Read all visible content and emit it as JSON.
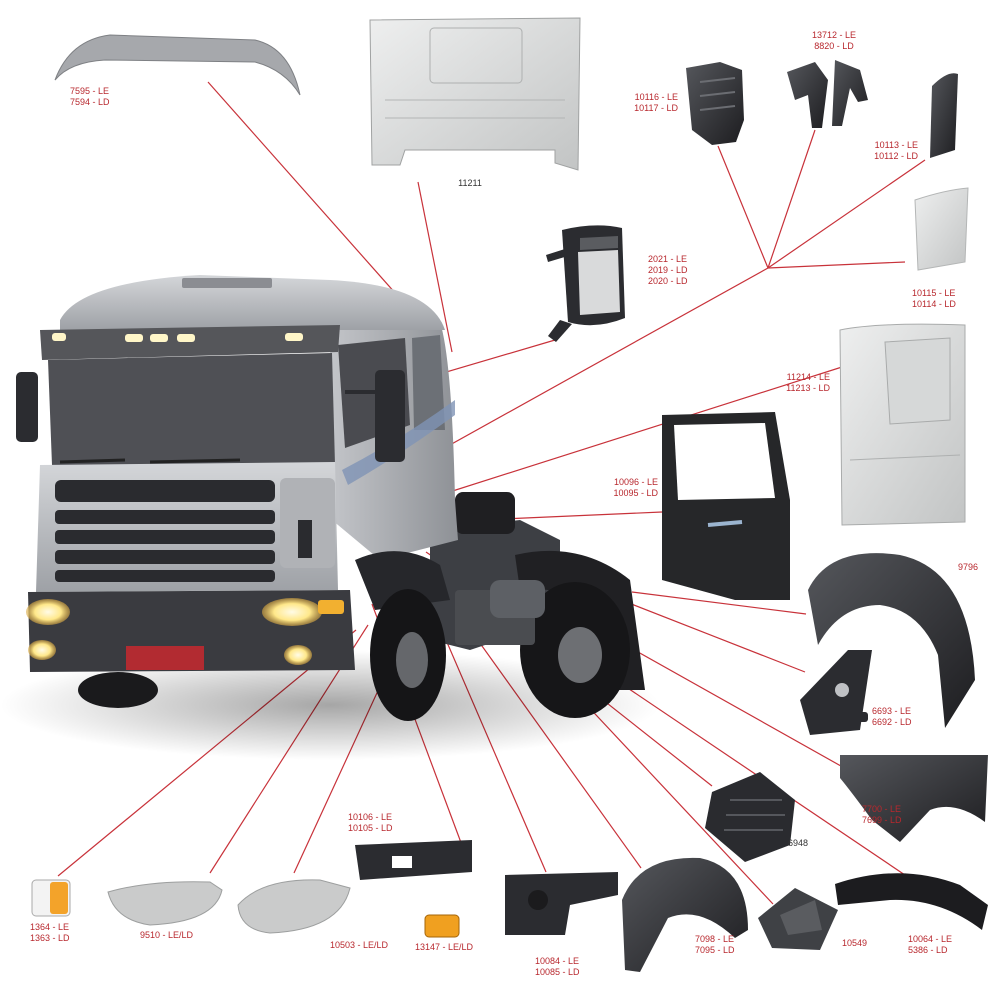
{
  "colors": {
    "leader_line": "#c8323a",
    "part_code": "#333333",
    "part_code_accent": "#b8282e",
    "truck_cab": "#b7b9bd",
    "plastic_black": "#2c2c30",
    "plastic_grey": "#c9cbcb",
    "amber": "#f0a020"
  },
  "parts": [
    {
      "id": "sun_visor",
      "icon": "sun-visor-icon",
      "lines": [
        "7595 - LE",
        "7594 - LD"
      ]
    },
    {
      "id": "roof_panel",
      "icon": "roof-panel-icon",
      "lines": [
        "11211"
      ]
    },
    {
      "id": "step_bracket",
      "icon": "step-bracket-icon",
      "lines": [
        "10116 - LE",
        "10117 - LD"
      ]
    },
    {
      "id": "mirror_bracket",
      "icon": "mirror-bracket-icon",
      "lines": [
        "13712 - LE",
        "8820 - LD"
      ]
    },
    {
      "id": "corner_trim",
      "icon": "corner-trim-icon",
      "lines": [
        "10113 - LE",
        "10112 - LD"
      ]
    },
    {
      "id": "mirror",
      "icon": "mirror-icon",
      "lines": [
        "2021 - LE",
        "2019 - LD",
        "2020 - LD"
      ]
    },
    {
      "id": "corner_panel",
      "icon": "corner-panel-icon",
      "lines": [
        "10115 - LE",
        "10114 - LD"
      ]
    },
    {
      "id": "side_panel",
      "icon": "side-panel-icon",
      "lines": [
        "11214 - LE",
        "11213 - LD"
      ]
    },
    {
      "id": "door",
      "icon": "door-icon",
      "lines": [
        "10096 - LE",
        "10095 - LD"
      ]
    },
    {
      "id": "rear_fender",
      "icon": "rear-fender-icon",
      "lines": [
        "9796"
      ]
    },
    {
      "id": "step_housing",
      "icon": "step-housing-icon",
      "lines": [
        "6693 - LE",
        "6692 - LD"
      ]
    },
    {
      "id": "fender_extension",
      "icon": "fender-extension-icon",
      "lines": [
        "7700 - LE",
        "7699 - LD"
      ]
    },
    {
      "id": "battery_cover",
      "icon": "battery-cover-icon",
      "lines": [
        "6948"
      ]
    },
    {
      "id": "mudflap_bracket",
      "icon": "mudflap-bracket-icon",
      "lines": [
        "10549"
      ]
    },
    {
      "id": "fender_arch",
      "icon": "fender-arch-icon",
      "lines": [
        "10064 - LE",
        "5386 - LD"
      ]
    },
    {
      "id": "front_mudguard",
      "icon": "front-mudguard-icon",
      "lines": [
        "7098 - LE",
        "7095 - LD"
      ]
    },
    {
      "id": "side_step",
      "icon": "side-step-icon",
      "lines": [
        "10084 - LE",
        "10085 - LD"
      ]
    },
    {
      "id": "lamp_support",
      "icon": "lamp-support-icon",
      "lines": [
        "10106 - LE",
        "10105 - LD"
      ]
    },
    {
      "id": "side_marker_lamp",
      "icon": "side-marker-lamp-icon",
      "lines": [
        "13147 - LE/LD"
      ]
    },
    {
      "id": "bumper_step_right",
      "icon": "bumper-step-icon",
      "lines": [
        "10503 - LE/LD"
      ]
    },
    {
      "id": "bumper_step_left",
      "icon": "bumper-step-icon",
      "lines": [
        "9510 - LE/LD"
      ]
    },
    {
      "id": "turn_signal",
      "icon": "turn-signal-icon",
      "lines": [
        "1364 - LE",
        "1363 - LD"
      ]
    }
  ]
}
